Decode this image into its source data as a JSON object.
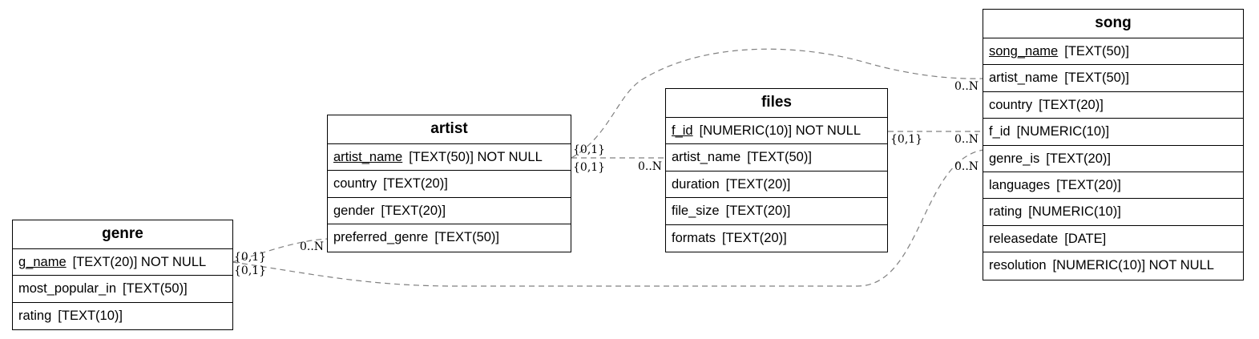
{
  "entities": {
    "genre": {
      "title": "genre",
      "fields": [
        {
          "name": "g_name",
          "type": "[TEXT(20)] NOT NULL",
          "pk": true
        },
        {
          "name": "most_popular_in",
          "type": "[TEXT(50)]",
          "pk": false
        },
        {
          "name": "rating",
          "type": "[TEXT(10)]",
          "pk": false
        }
      ]
    },
    "artist": {
      "title": "artist",
      "fields": [
        {
          "name": "artist_name",
          "type": "[TEXT(50)] NOT NULL",
          "pk": true
        },
        {
          "name": "country",
          "type": "[TEXT(20)]",
          "pk": false
        },
        {
          "name": "gender",
          "type": "[TEXT(20)]",
          "pk": false
        },
        {
          "name": "preferred_genre",
          "type": "[TEXT(50)]",
          "pk": false
        }
      ]
    },
    "files": {
      "title": "files",
      "fields": [
        {
          "name": "f_id",
          "type": "[NUMERIC(10)] NOT NULL",
          "pk": true
        },
        {
          "name": "artist_name",
          "type": "[TEXT(50)]",
          "pk": false
        },
        {
          "name": "duration",
          "type": "[TEXT(20)]",
          "pk": false
        },
        {
          "name": "file_size",
          "type": "[TEXT(20)]",
          "pk": false
        },
        {
          "name": "formats",
          "type": "[TEXT(20)]",
          "pk": false
        }
      ]
    },
    "song": {
      "title": "song",
      "fields": [
        {
          "name": "song_name",
          "type": "[TEXT(50)]",
          "pk": true
        },
        {
          "name": "artist_name",
          "type": "[TEXT(50)]",
          "pk": false
        },
        {
          "name": "country",
          "type": "[TEXT(20)]",
          "pk": false
        },
        {
          "name": "f_id",
          "type": "[NUMERIC(10)]",
          "pk": false
        },
        {
          "name": "genre_is",
          "type": "[TEXT(20)]",
          "pk": false
        },
        {
          "name": "languages",
          "type": "[TEXT(20)]",
          "pk": false
        },
        {
          "name": "rating",
          "type": "[NUMERIC(10)]",
          "pk": false
        },
        {
          "name": "releasedate",
          "type": "[DATE]",
          "pk": false
        },
        {
          "name": "resolution",
          "type": "[NUMERIC(10)] NOT NULL",
          "pk": false
        }
      ]
    }
  },
  "relationships": [
    {
      "from": "genre.g_name",
      "to": "artist.preferred_genre",
      "from_label": "{0,1}",
      "to_label": "0..N"
    },
    {
      "from": "genre.g_name",
      "to": "song.genre_is",
      "from_label": "{0,1}",
      "to_label": "0..N"
    },
    {
      "from": "artist.artist_name",
      "to": "song.artist_name",
      "from_label": "{0,1}",
      "to_label": "0..N"
    },
    {
      "from": "artist.artist_name",
      "to": "files.artist_name",
      "from_label": "{0,1}",
      "to_label": "0..N"
    },
    {
      "from": "files.f_id",
      "to": "song.f_id",
      "from_label": "{0,1}",
      "to_label": "0..N"
    }
  ],
  "colors": {
    "border": "#000000",
    "connector": "#808080",
    "background": "#ffffff"
  }
}
